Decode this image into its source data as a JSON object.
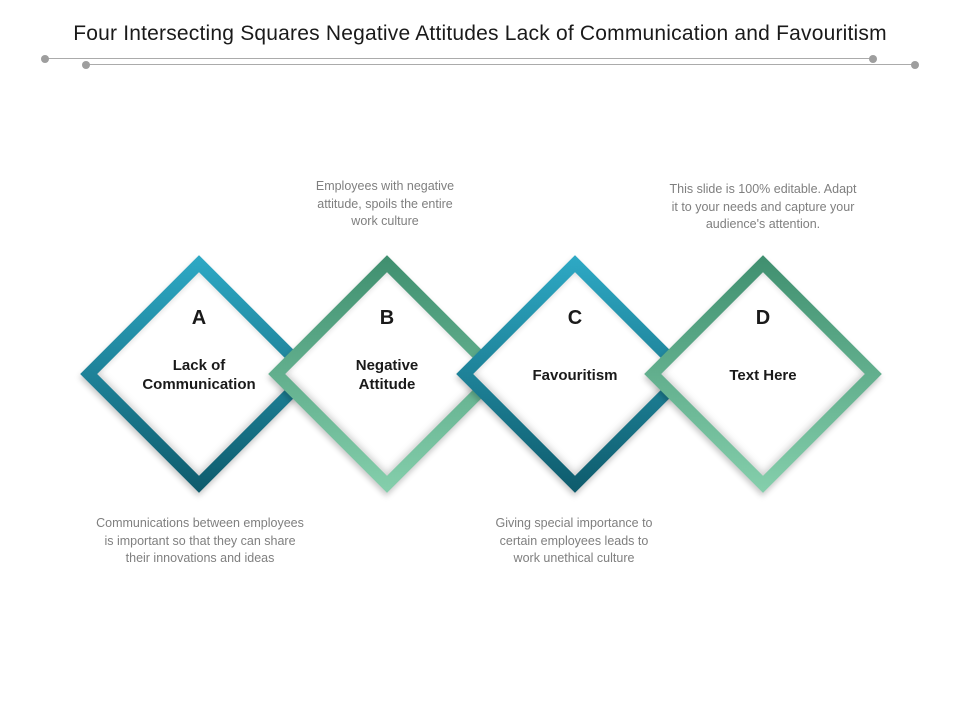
{
  "title": "Four Intersecting Squares Negative Attitudes Lack of Communication and Favouritism",
  "colors": {
    "background": "#FFFFFF",
    "teal_top": "#2EA9C5",
    "teal_bottom": "#0E5B6C",
    "green_top": "#3F8F6F",
    "green_bottom": "#85CFAC",
    "label_text": "#1A1A1A",
    "note_text": "#7F7F7F",
    "rule_line": "#ABABAB",
    "rule_dot": "#9E9E9E"
  },
  "diamonds": [
    {
      "letter": "A",
      "title": "Lack of\nCommunication",
      "scheme": "teal"
    },
    {
      "letter": "B",
      "title": "Negative\nAttitude",
      "scheme": "green"
    },
    {
      "letter": "C",
      "title": "Favouritism",
      "scheme": "teal"
    },
    {
      "letter": "D",
      "title": "Text Here",
      "scheme": "green"
    }
  ],
  "notes": [
    {
      "id": "above-b",
      "text": "Employees with negative\nattitude, spoils the entire\nwork culture"
    },
    {
      "id": "above-d",
      "text": "This slide is 100% editable. Adapt\nit to your needs and capture your\naudience's attention."
    },
    {
      "id": "below-a",
      "text": "Communications between employees\nis important so that they can share\ntheir innovations and ideas"
    },
    {
      "id": "below-c",
      "text": "Giving special importance to\ncertain employees leads to\nwork unethical culture"
    }
  ]
}
